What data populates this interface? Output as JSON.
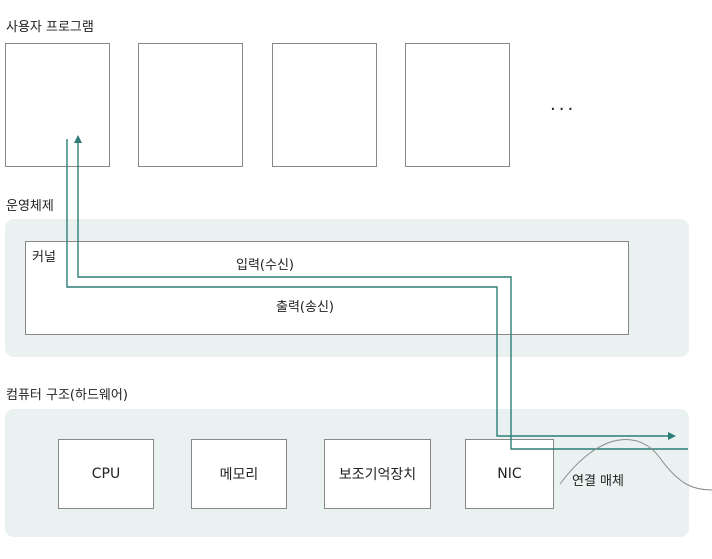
{
  "user_programs": {
    "title": "사용자 프로그램",
    "ellipsis": "..."
  },
  "os": {
    "title": "운영체제",
    "kernel_label": "커널",
    "input_label": "입력(수신)",
    "output_label": "출력(송신)"
  },
  "hardware": {
    "title": "컴퓨터 구조(하드웨어)",
    "boxes": [
      "CPU",
      "메모리",
      "보조기억장치",
      "NIC"
    ],
    "medium_label": "연결 매체"
  },
  "colors": {
    "panel_bg": "#e9f1f1",
    "arrow": "#2e7d78",
    "box_border": "#888888",
    "medium_curve": "#8a8a8a"
  }
}
